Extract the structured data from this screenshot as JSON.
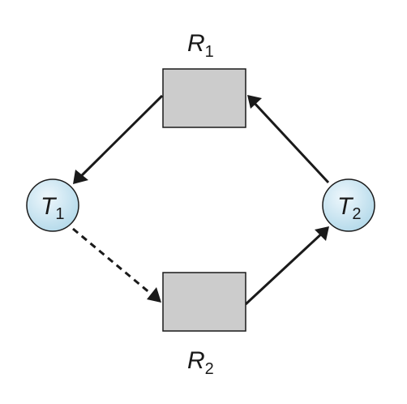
{
  "diagram": {
    "resources": [
      {
        "id": "r1",
        "letter": "R",
        "index": "1"
      },
      {
        "id": "r2",
        "letter": "R",
        "index": "2"
      }
    ],
    "transactions": [
      {
        "id": "t1",
        "letter": "T",
        "index": "1"
      },
      {
        "id": "t2",
        "letter": "T",
        "index": "2"
      }
    ],
    "edges": [
      {
        "from": "r1",
        "to": "t1",
        "style": "solid"
      },
      {
        "from": "t1",
        "to": "r2",
        "style": "dashed"
      },
      {
        "from": "r2",
        "to": "t2",
        "style": "solid"
      },
      {
        "from": "t2",
        "to": "r1",
        "style": "solid"
      }
    ],
    "colors": {
      "resource_fill": "#cccccc",
      "transaction_fill_center": "#e8f4fb",
      "transaction_fill_edge": "#b9dcec",
      "stroke": "#1a1a1a"
    }
  }
}
